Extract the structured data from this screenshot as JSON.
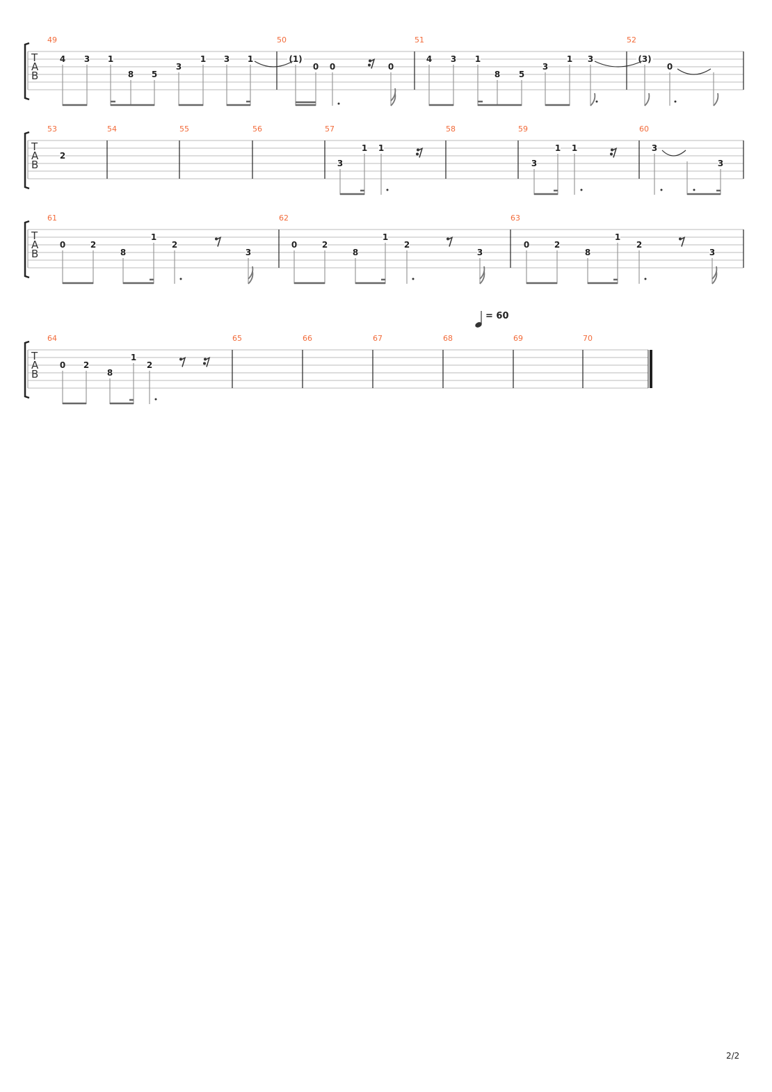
{
  "clef_label": [
    "T",
    "A",
    "B"
  ],
  "tempo": {
    "note": "quarter",
    "text": "= 60"
  },
  "page_number": "2/2",
  "systems": [
    {
      "measures": [
        {
          "number": "49",
          "notes": [
            {
              "fret": "4",
              "string": 2
            },
            {
              "fret": "3",
              "string": 2
            },
            {
              "fret": "1",
              "string": 2
            },
            {
              "fret": "8",
              "string": 4
            },
            {
              "fret": "5",
              "string": 4
            },
            {
              "fret": "3",
              "string": 3
            },
            {
              "fret": "1",
              "string": 2
            },
            {
              "fret": "3",
              "string": 2
            },
            {
              "fret": "1",
              "string": 2
            }
          ]
        },
        {
          "number": "50",
          "notes": [
            {
              "fret": "(1)",
              "string": 2
            },
            {
              "fret": "0",
              "string": 3
            },
            {
              "fret": "0",
              "string": 3
            },
            {
              "fret": "0",
              "string": 3
            }
          ]
        },
        {
          "number": "51",
          "notes": [
            {
              "fret": "4",
              "string": 2
            },
            {
              "fret": "3",
              "string": 2
            },
            {
              "fret": "1",
              "string": 2
            },
            {
              "fret": "8",
              "string": 4
            },
            {
              "fret": "5",
              "string": 4
            },
            {
              "fret": "3",
              "string": 3
            },
            {
              "fret": "1",
              "string": 2
            },
            {
              "fret": "3",
              "string": 2
            }
          ]
        },
        {
          "number": "52",
          "notes": [
            {
              "fret": "(3)",
              "string": 2
            },
            {
              "fret": "0",
              "string": 3
            }
          ]
        }
      ]
    },
    {
      "measures": [
        {
          "number": "53",
          "notes": [
            {
              "fret": "2",
              "string": 3
            }
          ]
        },
        {
          "number": "54",
          "notes": []
        },
        {
          "number": "55",
          "notes": []
        },
        {
          "number": "56",
          "notes": []
        },
        {
          "number": "57",
          "notes": [
            {
              "fret": "3",
              "string": 4
            },
            {
              "fret": "1",
              "string": 2
            },
            {
              "fret": "1",
              "string": 2
            }
          ]
        },
        {
          "number": "58",
          "notes": []
        },
        {
          "number": "59",
          "notes": [
            {
              "fret": "3",
              "string": 4
            },
            {
              "fret": "1",
              "string": 2
            },
            {
              "fret": "1",
              "string": 2
            }
          ]
        },
        {
          "number": "60",
          "notes": [
            {
              "fret": "3",
              "string": 2
            },
            {
              "fret": "3",
              "string": 4
            }
          ]
        }
      ]
    },
    {
      "measures": [
        {
          "number": "61",
          "notes": [
            {
              "fret": "0",
              "string": 3
            },
            {
              "fret": "2",
              "string": 3
            },
            {
              "fret": "8",
              "string": 4
            },
            {
              "fret": "1",
              "string": 2
            },
            {
              "fret": "2",
              "string": 3
            },
            {
              "fret": "3",
              "string": 4
            }
          ]
        },
        {
          "number": "62",
          "notes": [
            {
              "fret": "0",
              "string": 3
            },
            {
              "fret": "2",
              "string": 3
            },
            {
              "fret": "8",
              "string": 4
            },
            {
              "fret": "1",
              "string": 2
            },
            {
              "fret": "2",
              "string": 3
            },
            {
              "fret": "3",
              "string": 4
            }
          ]
        },
        {
          "number": "63",
          "notes": [
            {
              "fret": "0",
              "string": 3
            },
            {
              "fret": "2",
              "string": 3
            },
            {
              "fret": "8",
              "string": 4
            },
            {
              "fret": "1",
              "string": 2
            },
            {
              "fret": "2",
              "string": 3
            },
            {
              "fret": "3",
              "string": 4
            }
          ]
        }
      ]
    },
    {
      "measures": [
        {
          "number": "64",
          "notes": [
            {
              "fret": "0",
              "string": 3
            },
            {
              "fret": "2",
              "string": 3
            },
            {
              "fret": "8",
              "string": 4
            },
            {
              "fret": "1",
              "string": 2
            },
            {
              "fret": "2",
              "string": 3
            }
          ]
        },
        {
          "number": "65",
          "notes": []
        },
        {
          "number": "66",
          "notes": []
        },
        {
          "number": "67",
          "notes": []
        },
        {
          "number": "68",
          "notes": []
        },
        {
          "number": "69",
          "notes": []
        },
        {
          "number": "70",
          "notes": []
        }
      ]
    }
  ]
}
